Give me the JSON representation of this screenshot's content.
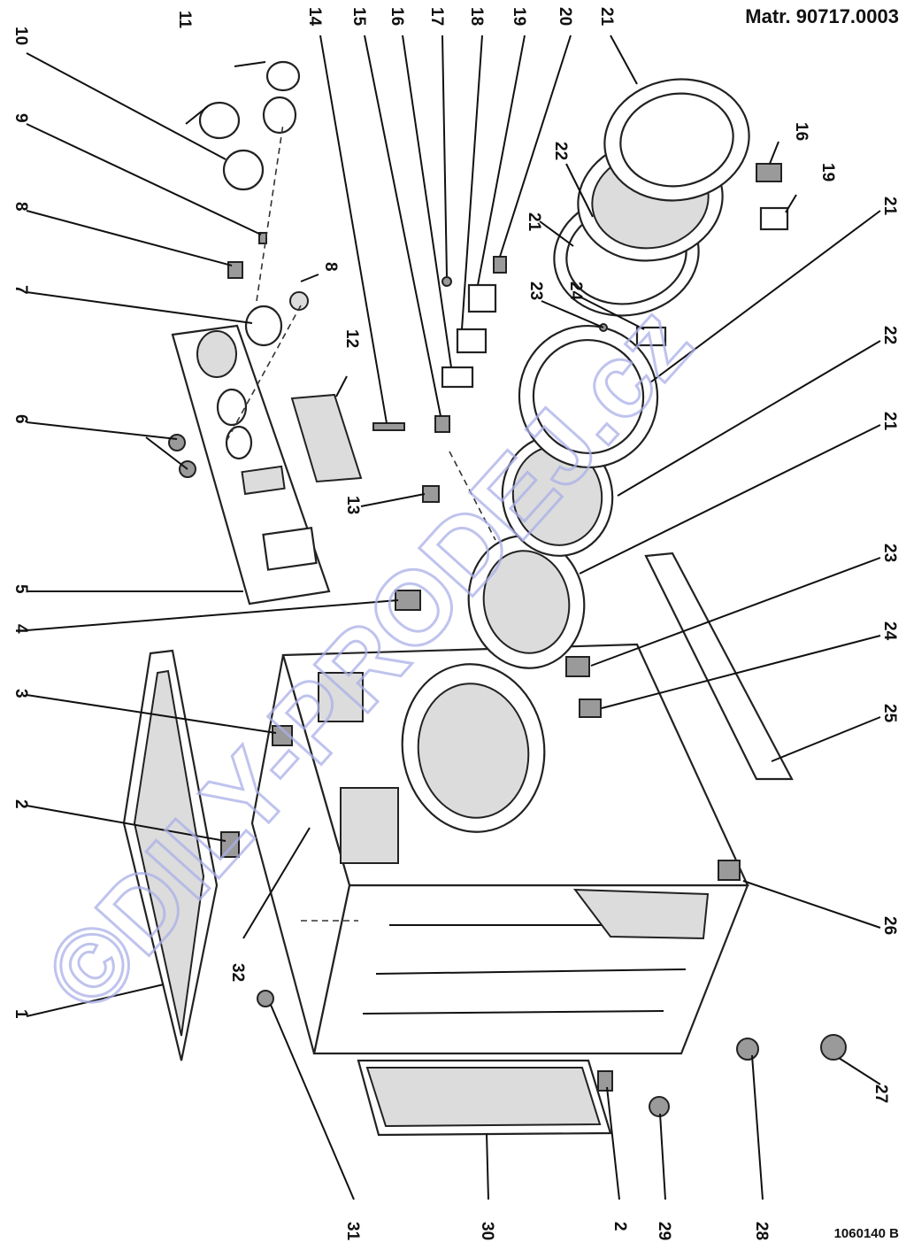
{
  "header": {
    "material_code": "Matr. 90717.0003"
  },
  "footer": {
    "drawing_code": "1060140 B"
  },
  "watermark": {
    "text": "©DILY-PRODEJ.cz",
    "color": "#aab0e8"
  },
  "callouts": [
    {
      "id": "c10",
      "text": "10"
    },
    {
      "id": "c9",
      "text": "9"
    },
    {
      "id": "c8a",
      "text": "8"
    },
    {
      "id": "c7",
      "text": "7"
    },
    {
      "id": "c6",
      "text": "6"
    },
    {
      "id": "c5",
      "text": "5"
    },
    {
      "id": "c4",
      "text": "4"
    },
    {
      "id": "c3",
      "text": "3"
    },
    {
      "id": "c2a",
      "text": "2"
    },
    {
      "id": "c1",
      "text": "1"
    },
    {
      "id": "c32",
      "text": "32"
    },
    {
      "id": "c11",
      "text": "11"
    },
    {
      "id": "c8b",
      "text": "8"
    },
    {
      "id": "c12",
      "text": "12"
    },
    {
      "id": "c13",
      "text": "13"
    },
    {
      "id": "c14",
      "text": "14"
    },
    {
      "id": "c15",
      "text": "15"
    },
    {
      "id": "c16a",
      "text": "16"
    },
    {
      "id": "c17",
      "text": "17"
    },
    {
      "id": "c18",
      "text": "18"
    },
    {
      "id": "c19a",
      "text": "19"
    },
    {
      "id": "c20",
      "text": "20"
    },
    {
      "id": "c21a",
      "text": "21"
    },
    {
      "id": "c22a",
      "text": "22"
    },
    {
      "id": "c21b",
      "text": "21"
    },
    {
      "id": "c23a",
      "text": "23"
    },
    {
      "id": "c24a",
      "text": "24"
    },
    {
      "id": "c16b",
      "text": "16"
    },
    {
      "id": "c19b",
      "text": "19"
    },
    {
      "id": "c21c",
      "text": "21"
    },
    {
      "id": "c22b",
      "text": "22"
    },
    {
      "id": "c21d",
      "text": "21"
    },
    {
      "id": "c21e",
      "text": "21"
    },
    {
      "id": "c23b",
      "text": "23"
    },
    {
      "id": "c24b",
      "text": "24"
    },
    {
      "id": "c25",
      "text": "25"
    },
    {
      "id": "c26",
      "text": "26"
    },
    {
      "id": "c27",
      "text": "27"
    },
    {
      "id": "c28",
      "text": "28"
    },
    {
      "id": "c29",
      "text": "29"
    },
    {
      "id": "c2b",
      "text": "2"
    },
    {
      "id": "c30",
      "text": "30"
    },
    {
      "id": "c31",
      "text": "31"
    }
  ]
}
